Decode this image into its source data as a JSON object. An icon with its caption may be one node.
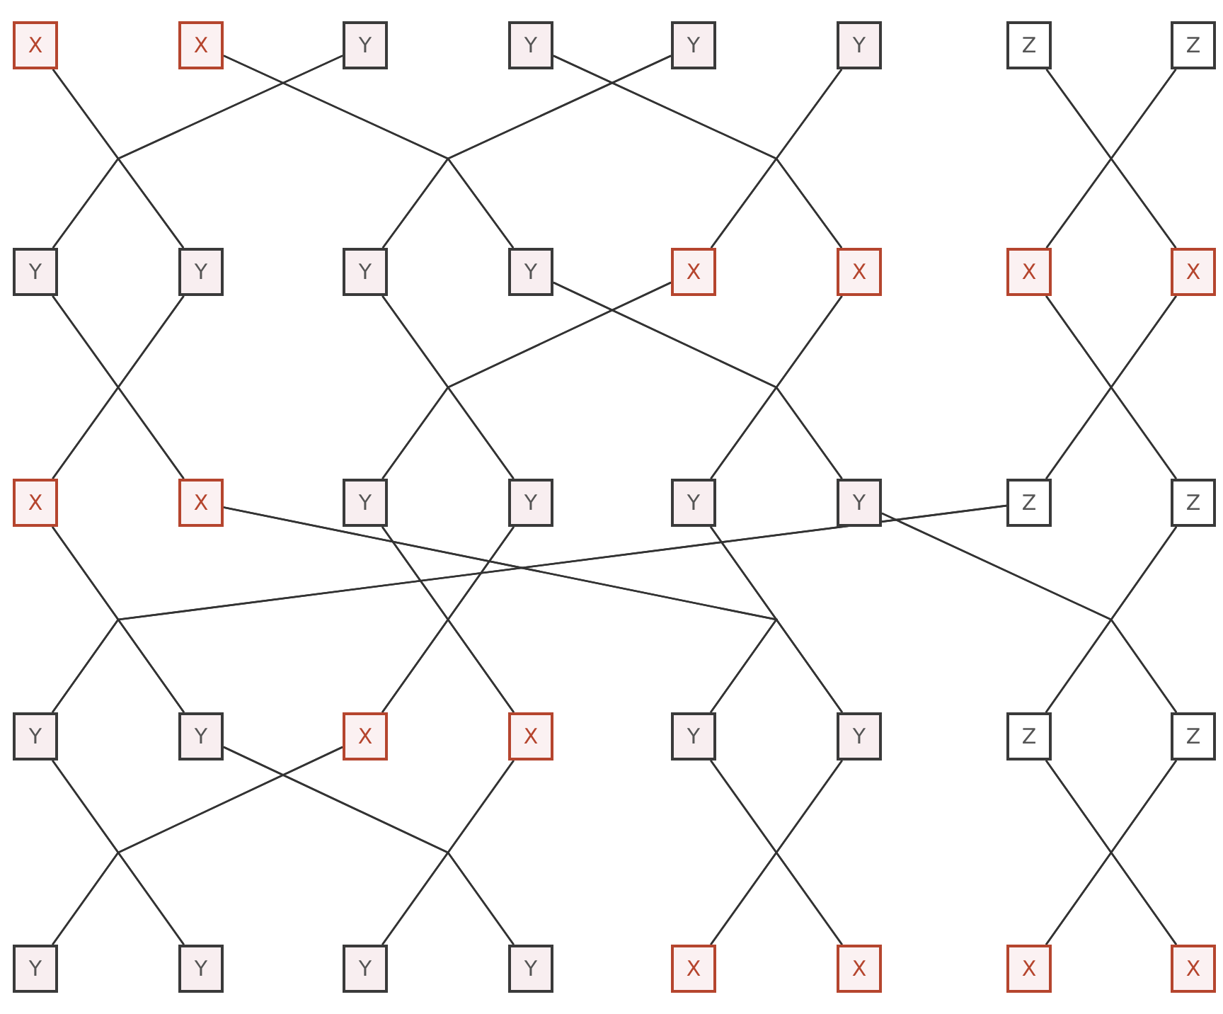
{
  "diagram": {
    "nodes": [
      {
        "text": [
          "X"
        ]
      },
      {
        "text": [
          "X"
        ]
      },
      {
        "text": [
          "Y"
        ]
      },
      {
        "text": [
          "Y"
        ]
      },
      {
        "text": [
          "Y"
        ]
      },
      {
        "text": [
          "Y"
        ]
      },
      {
        "text": [
          "Z"
        ]
      },
      {
        "text": [
          "Z"
        ]
      },
      {
        "text": [
          "Y"
        ]
      },
      {
        "text": [
          "Y"
        ]
      },
      {
        "text": [
          "Y"
        ]
      },
      {
        "text": [
          "Y"
        ]
      },
      {
        "text": [
          "X"
        ]
      },
      {
        "text": [
          "X"
        ]
      },
      {
        "text": [
          "X"
        ]
      },
      {
        "text": [
          "X"
        ]
      },
      {
        "text": [
          "X"
        ]
      },
      {
        "text": [
          "X"
        ]
      },
      {
        "text": [
          "Y"
        ]
      },
      {
        "text": [
          "Y"
        ]
      },
      {
        "text": [
          "Y"
        ]
      },
      {
        "text": [
          "Y"
        ]
      },
      {
        "text": [
          "Z"
        ]
      },
      {
        "text": [
          "Z"
        ]
      },
      {
        "text": [
          "Y"
        ]
      },
      {
        "text": [
          "Y"
        ]
      },
      {
        "text": [
          "X"
        ]
      },
      {
        "text": [
          "X"
        ]
      },
      {
        "text": [
          "Y"
        ]
      },
      {
        "text": [
          "Y"
        ]
      },
      {
        "text": [
          "Z"
        ]
      },
      {
        "text": [
          "Z"
        ]
      },
      {
        "text": [
          "Y"
        ]
      },
      {
        "text": [
          "Y"
        ]
      },
      {
        "text": [
          "Y"
        ]
      },
      {
        "text": [
          "Y"
        ]
      },
      {
        "text": [
          "X"
        ]
      },
      {
        "text": [
          "X"
        ]
      },
      {
        "text": [
          "X"
        ]
      },
      {
        "text": [
          "X"
        ]
      }
    ],
    "edges": [
      {
        "from": 0,
        "to": 8,
        "arrow": "none"
      },
      {
        "from": 0,
        "to": 9,
        "arrow": "none"
      },
      {
        "from": 2,
        "to": 8,
        "arrow": "none"
      },
      {
        "from": 2,
        "to": 9,
        "arrow": "none"
      },
      {
        "from": 1,
        "to": 10,
        "arrow": "none"
      },
      {
        "from": 1,
        "to": 11,
        "arrow": "none"
      },
      {
        "from": 4,
        "to": 10,
        "arrow": "none"
      },
      {
        "from": 4,
        "to": 11,
        "arrow": "none"
      },
      {
        "from": 3,
        "to": 12,
        "arrow": "none"
      },
      {
        "from": 3,
        "to": 13,
        "arrow": "none"
      },
      {
        "from": 5,
        "to": 12,
        "arrow": "none"
      },
      {
        "from": 5,
        "to": 13,
        "arrow": "none"
      },
      {
        "from": 6,
        "to": 14,
        "arrow": "none"
      },
      {
        "from": 6,
        "to": 15,
        "arrow": "none"
      },
      {
        "from": 7,
        "to": 14,
        "arrow": "none"
      },
      {
        "from": 7,
        "to": 15,
        "arrow": "none"
      },
      {
        "from": 8,
        "to": 16,
        "arrow": "none"
      },
      {
        "from": 8,
        "to": 17,
        "arrow": "none"
      },
      {
        "from": 9,
        "to": 16,
        "arrow": "none"
      },
      {
        "from": 9,
        "to": 17,
        "arrow": "none"
      },
      {
        "from": 10,
        "to": 18,
        "arrow": "none"
      },
      {
        "from": 10,
        "to": 19,
        "arrow": "none"
      },
      {
        "from": 12,
        "to": 18,
        "arrow": "none"
      },
      {
        "from": 12,
        "to": 19,
        "arrow": "none"
      },
      {
        "from": 11,
        "to": 20,
        "arrow": "none"
      },
      {
        "from": 11,
        "to": 21,
        "arrow": "none"
      },
      {
        "from": 13,
        "to": 20,
        "arrow": "none"
      },
      {
        "from": 13,
        "to": 21,
        "arrow": "none"
      },
      {
        "from": 14,
        "to": 22,
        "arrow": "none"
      },
      {
        "from": 14,
        "to": 23,
        "arrow": "none"
      },
      {
        "from": 15,
        "to": 22,
        "arrow": "none"
      },
      {
        "from": 15,
        "to": 23,
        "arrow": "none"
      },
      {
        "from": 16,
        "to": 24,
        "arrow": "none"
      },
      {
        "from": 16,
        "to": 25,
        "arrow": "none"
      },
      {
        "from": 22,
        "to": 24,
        "arrow": "none"
      },
      {
        "from": 22,
        "to": 25,
        "arrow": "none"
      },
      {
        "from": 18,
        "to": 26,
        "arrow": "none"
      },
      {
        "from": 18,
        "to": 27,
        "arrow": "none"
      },
      {
        "from": 19,
        "to": 26,
        "arrow": "none"
      },
      {
        "from": 19,
        "to": 27,
        "arrow": "none"
      },
      {
        "from": 17,
        "to": 28,
        "arrow": "none"
      },
      {
        "from": 17,
        "to": 29,
        "arrow": "none"
      },
      {
        "from": 20,
        "to": 28,
        "arrow": "none"
      },
      {
        "from": 20,
        "to": 29,
        "arrow": "none"
      },
      {
        "from": 21,
        "to": 30,
        "arrow": "none"
      },
      {
        "from": 21,
        "to": 31,
        "arrow": "none"
      },
      {
        "from": 23,
        "to": 30,
        "arrow": "none"
      },
      {
        "from": 23,
        "to": 31,
        "arrow": "none"
      },
      {
        "from": 24,
        "to": 32,
        "arrow": "none"
      },
      {
        "from": 24,
        "to": 33,
        "arrow": "none"
      },
      {
        "from": 26,
        "to": 32,
        "arrow": "none"
      },
      {
        "from": 26,
        "to": 33,
        "arrow": "none"
      },
      {
        "from": 25,
        "to": 34,
        "arrow": "none"
      },
      {
        "from": 25,
        "to": 35,
        "arrow": "none"
      },
      {
        "from": 27,
        "to": 34,
        "arrow": "none"
      },
      {
        "from": 27,
        "to": 35,
        "arrow": "none"
      },
      {
        "from": 28,
        "to": 36,
        "arrow": "none"
      },
      {
        "from": 28,
        "to": 37,
        "arrow": "none"
      },
      {
        "from": 29,
        "to": 36,
        "arrow": "none"
      },
      {
        "from": 29,
        "to": 37,
        "arrow": "none"
      },
      {
        "from": 30,
        "to": 38,
        "arrow": "none"
      },
      {
        "from": 30,
        "to": 39,
        "arrow": "none"
      },
      {
        "from": 31,
        "to": 38,
        "arrow": "none"
      },
      {
        "from": 31,
        "to": 39,
        "arrow": "none"
      }
    ]
  }
}
